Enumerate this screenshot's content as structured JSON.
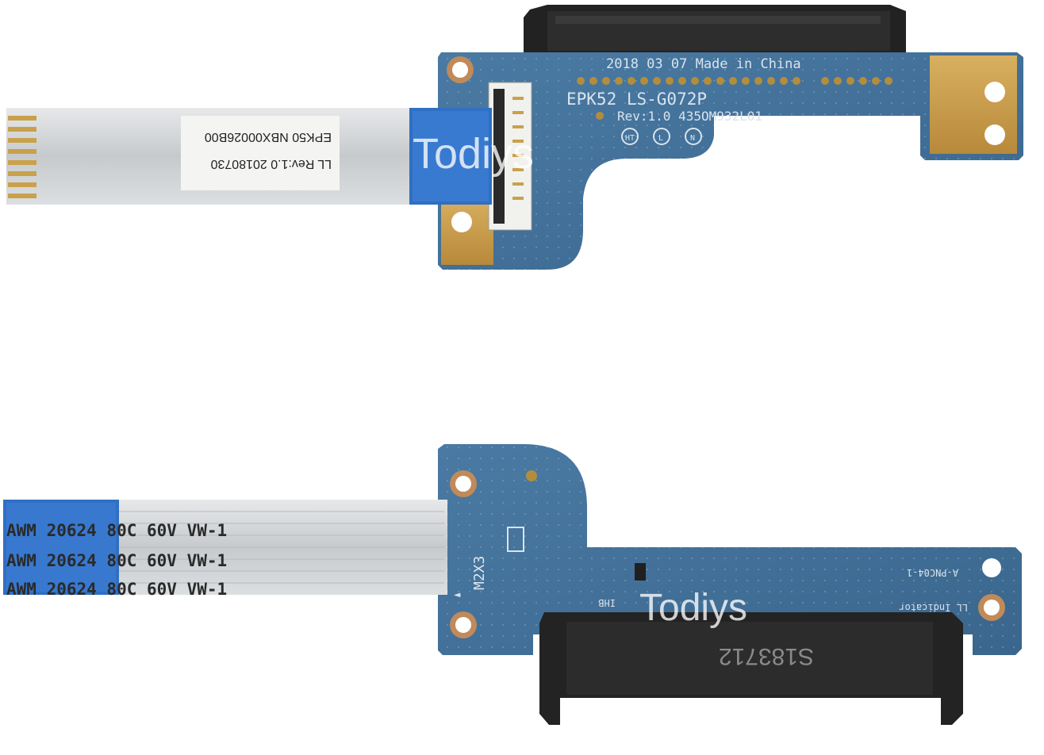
{
  "watermark": "Todiys",
  "top_board": {
    "silkscreen": {
      "date_line": "2018 03 07 Made in China",
      "model": "EPK52 LS-G072P",
      "revision": "Rev:1.0 435OM932L01",
      "markers": [
        "HT",
        "L",
        "N"
      ]
    },
    "cable_label": {
      "line1": "LL Rev:1.0 20180730",
      "line2": "EPK50 NBX00026B00"
    }
  },
  "bottom_board": {
    "silkscreen": {
      "screw_mark": "M2X3",
      "arrow": "◄",
      "led_label": "LL Indicator",
      "part_code": "A-PNC04-1",
      "extra": "IHB"
    },
    "cable_print": "AWM 20624 80C 60V VW-1",
    "connector_code": "S183712"
  },
  "colors": {
    "pcb_blue": "#3f6f97",
    "pcb_blue_dark": "#2d5778",
    "gold_pad": "#c9a14b",
    "connector_black": "#232323",
    "ribbon_silver": "#c9ccd0",
    "ribbon_blue": "#2f6fc4"
  }
}
